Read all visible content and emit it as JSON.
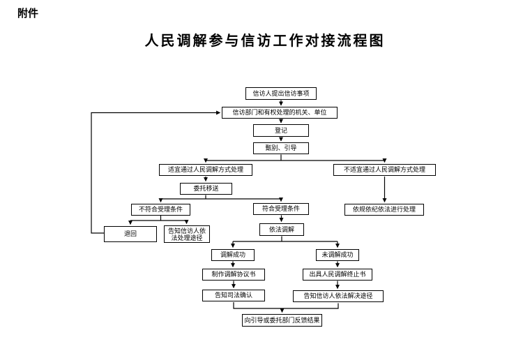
{
  "attachment_label": "附件",
  "title": "人民调解参与信访工作对接流程图",
  "flowchart": {
    "nodes": {
      "n1": "信访人提出信访事项",
      "n2": "信访部门和有权处理的机关、单位",
      "n3": "登记",
      "n4": "甄别、引导",
      "n5": "适宜通过人民调解方式处理",
      "n6": "不适宜通过人民调解方式处理",
      "n7": "委托移送",
      "n8": "不符合受理条件",
      "n9": "符合受理条件",
      "n10": "依规依纪依法进行处理",
      "n11": "退回",
      "n12": "告知信访人依法处理途径",
      "n13": "依法调解",
      "n14": "调解成功",
      "n15": "未调解成功",
      "n16": "制作调解协议书",
      "n17": "出具人民调解终止书",
      "n18": "告知司法确认",
      "n19": "告知信访人依法解决途径",
      "n20": "向引导或委托部门反馈结果"
    },
    "colors": {
      "line": "#000000",
      "box_border": "#000000",
      "box_fill": "#ffffff",
      "text": "#000000",
      "background": "#ffffff"
    }
  }
}
